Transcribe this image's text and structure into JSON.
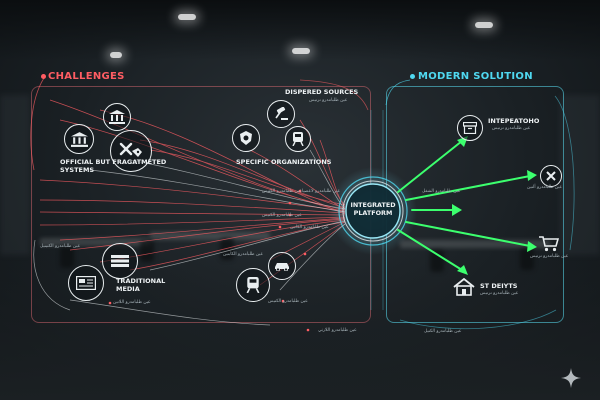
{
  "challenges": {
    "title": "CHALLENGES",
    "groups": {
      "fragmented": {
        "label": "OFFICIAL BUT FRAGATMETED\nSYSTEMS"
      },
      "dispersed": {
        "label": "DISPERED SOURCES",
        "sub": "عين طلبامدرو ترتيس"
      },
      "specific": {
        "label": "SPECIFIC ORGANIZATIONS"
      },
      "media": {
        "label": "TRADITIONAL\nMEDIA",
        "sub": "عين طلبامدرو اللاتين"
      }
    },
    "flow_labels": [
      "عين طلبامدرو الكتيس",
      "عين طلبامدرو لاعصيا",
      "عين طلبامدرو الكتيس",
      "عين طلبامدرو الكاتين",
      "عين طلبامدرو الكابتين",
      "عين طلبامدرو الكتيس",
      "عين طلبامدرو اللارثي",
      "عين طلبامدرو الكتينيل"
    ]
  },
  "hub": {
    "label": "INTEGRATED\nPLATFORM"
  },
  "solution": {
    "title": "MODERN SOLUTION",
    "outputs": [
      {
        "label": "INTEPEATOHO",
        "sub": "عين طلبامدرو ترتيس",
        "icon": "archive-box-icon"
      },
      {
        "label": "",
        "sub": "عين طلبامدرو ألتين",
        "icon": "close-circle-icon"
      },
      {
        "label": "",
        "sub": "عين طلبامدرو ترتيس",
        "icon": "shopping-cart-icon"
      },
      {
        "label": "ST DEIYTS",
        "sub": "عين طلبامدرو ترتيس",
        "icon": "house-icon"
      }
    ],
    "branch_label": "عين طلبامدرو الشغل",
    "footer_label": "عين طلبامدرو الكتيل"
  },
  "colors": {
    "challenge_accent": "#ff5d63",
    "solution_accent": "#4fd8f0",
    "arrow_green": "#3cff6e",
    "line_white": "#e9eef0"
  }
}
